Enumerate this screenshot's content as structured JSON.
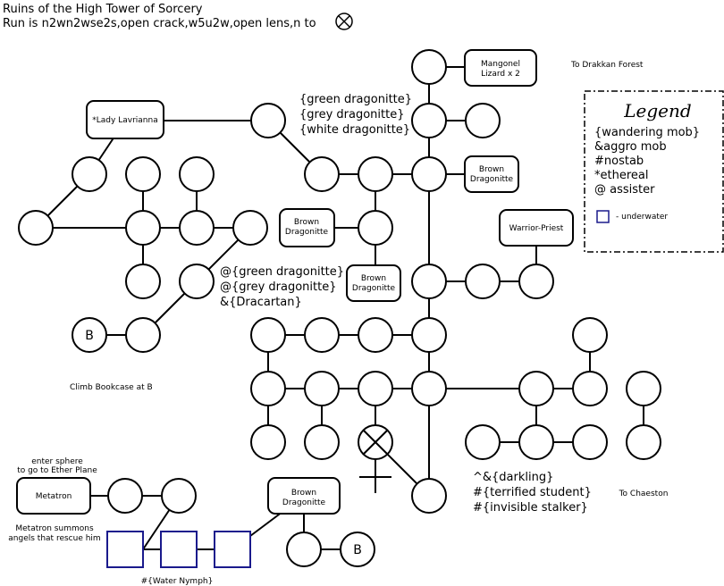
{
  "title": {
    "line1": "Ruins of the High Tower of Sorcery",
    "line2": "Run is n2wn2wse2s,open crack,w5u2w,open lens,n to"
  },
  "legend": {
    "title": "Legend",
    "items": [
      "{wandering mob}",
      "&aggro mob",
      "#nostab",
      "*ethereal",
      "@ assister"
    ],
    "underwater_label": "- underwater"
  },
  "boxes": {
    "mangonel": [
      "Mangonel",
      "Lizard x 2"
    ],
    "lady": [
      "*Lady Lavrianna"
    ],
    "brown1": [
      "Brown",
      "Dragonitte"
    ],
    "brown2": [
      "Brown",
      "Dragonitte"
    ],
    "brown3": [
      "Brown",
      "Dragonitte"
    ],
    "warrior": [
      "Warrior-Priest"
    ],
    "metatron": [
      "Metatron"
    ],
    "brown4": [
      "Brown",
      "Dragonitte"
    ]
  },
  "notes": {
    "drakkan": "To Drakkan Forest",
    "mobs_top": [
      "{green dragonitte}",
      "{grey dragonitte}",
      "{white dragonitte}"
    ],
    "mobs_mid": [
      "@{green dragonitte}",
      "@{grey dragonitte}",
      "&{Dracartan}"
    ],
    "climb": "Climb Bookcase at B",
    "sphere": [
      "enter sphere",
      "to go to Ether Plane"
    ],
    "metatron_note": [
      "Metatron summons",
      "angels that rescue him"
    ],
    "water_nymph": "#{Water Nymph}",
    "mobs_bottom": [
      "^&{darkling}",
      "#{terrified student}",
      "#{invisible stalker}"
    ],
    "chaeston": "To Chaeston"
  },
  "b_label": "B"
}
